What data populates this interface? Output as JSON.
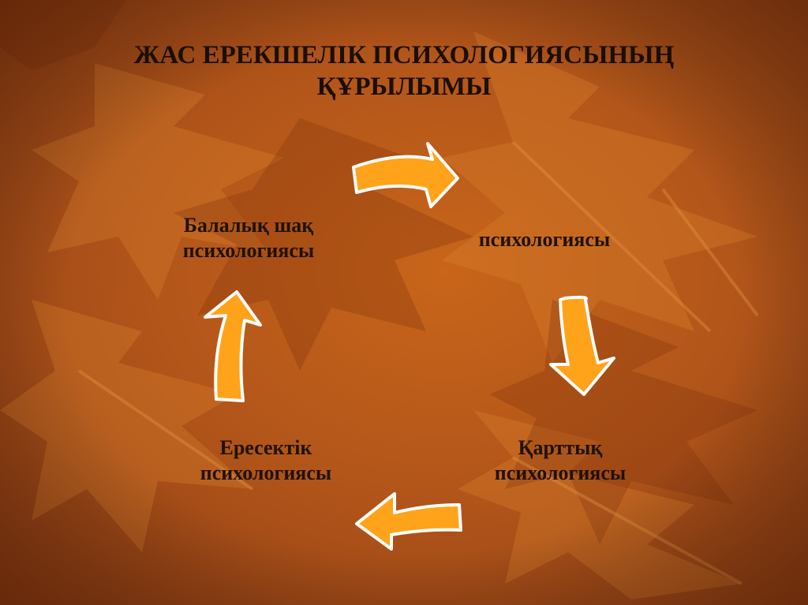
{
  "slide": {
    "title_lines": [
      "ЖАС ЕРЕКШЕЛІК ПСИХОЛОГИЯСЫНЫҢ",
      "ҚҰРЫЛЫМЫ"
    ]
  },
  "cycle": {
    "nodes": {
      "childhood": [
        "Балалық шақ",
        "психологиясы"
      ],
      "top": [
        "психологиясы"
      ],
      "old_age": [
        "Қарттық",
        "психологиясы"
      ],
      "adult": [
        "Ересектік",
        "психологиясы"
      ]
    },
    "arrow_fill": "#ffa31a",
    "arrow_stroke": "#ffffff"
  },
  "colors": {
    "background": "#b3561a",
    "text": "#1a0f08"
  }
}
